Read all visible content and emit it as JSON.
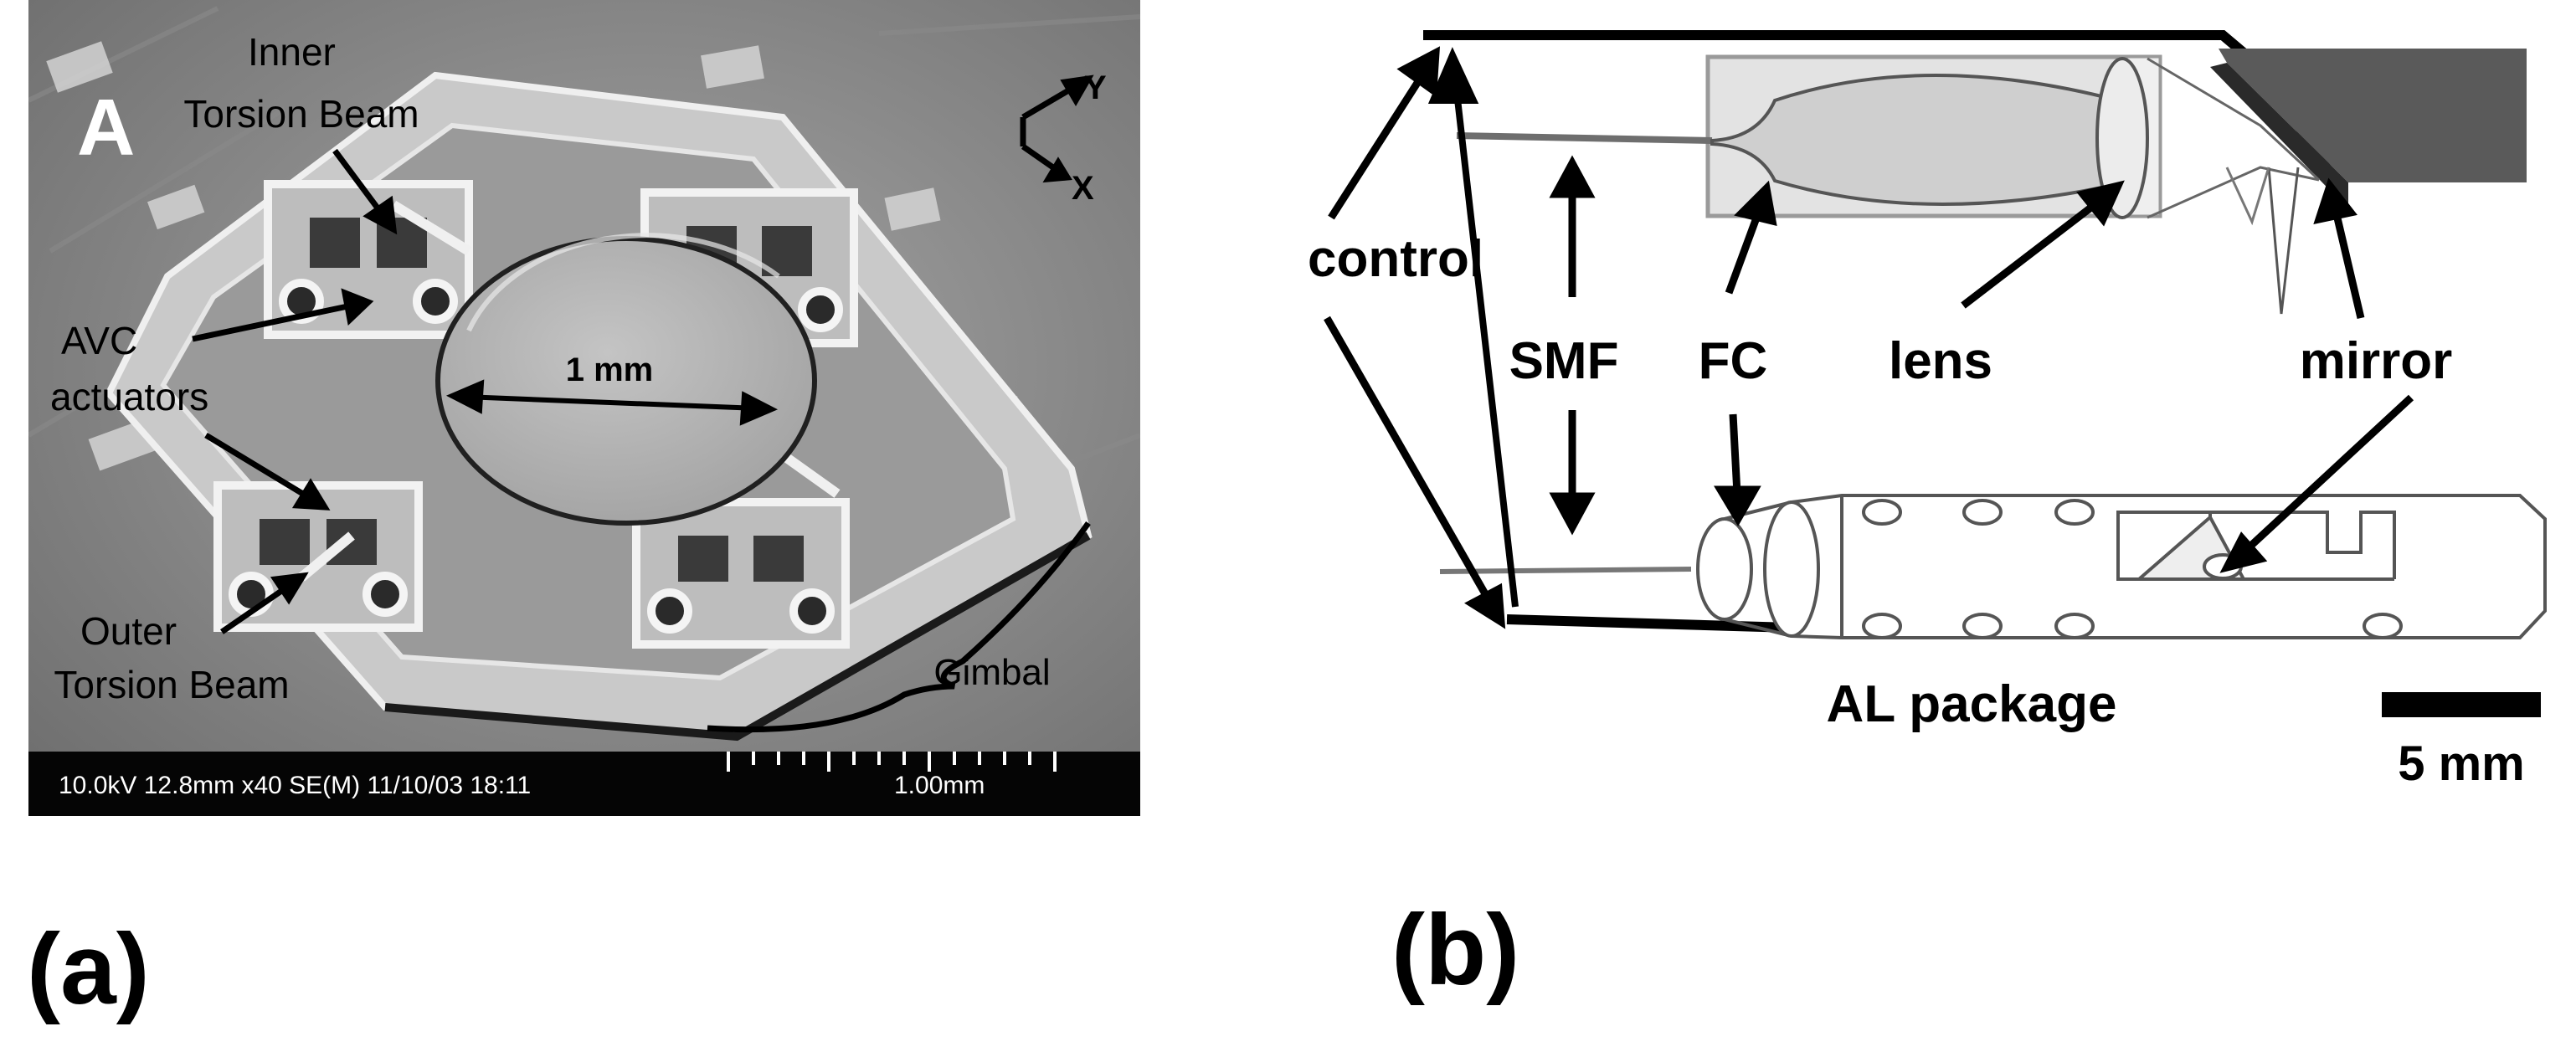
{
  "figure": {
    "panel_a_label": "(a)",
    "panel_b_label": "(b)"
  },
  "panel_a": {
    "panel_letter": "A",
    "axis_y": "Y",
    "axis_x": "X",
    "labels": {
      "inner_torsion_beam_line1": "Inner",
      "inner_torsion_beam_line2": "Torsion Beam",
      "avc_line1": "AVC",
      "avc_line2": "actuators",
      "outer_torsion_beam_line1": "Outer",
      "outer_torsion_beam_line2": "Torsion Beam",
      "gimbal": "Gimbal",
      "diameter": "1 mm"
    },
    "info_bar": {
      "params": "10.0kV 12.8mm x40 SE(M) 11/10/03 18:11",
      "scale": "1.00mm"
    }
  },
  "panel_b": {
    "labels": {
      "control": "control",
      "smf": "SMF",
      "fc": "FC",
      "lens": "lens",
      "mirror": "mirror",
      "al_package": "AL package"
    },
    "scale_bar_label": "5 mm"
  }
}
